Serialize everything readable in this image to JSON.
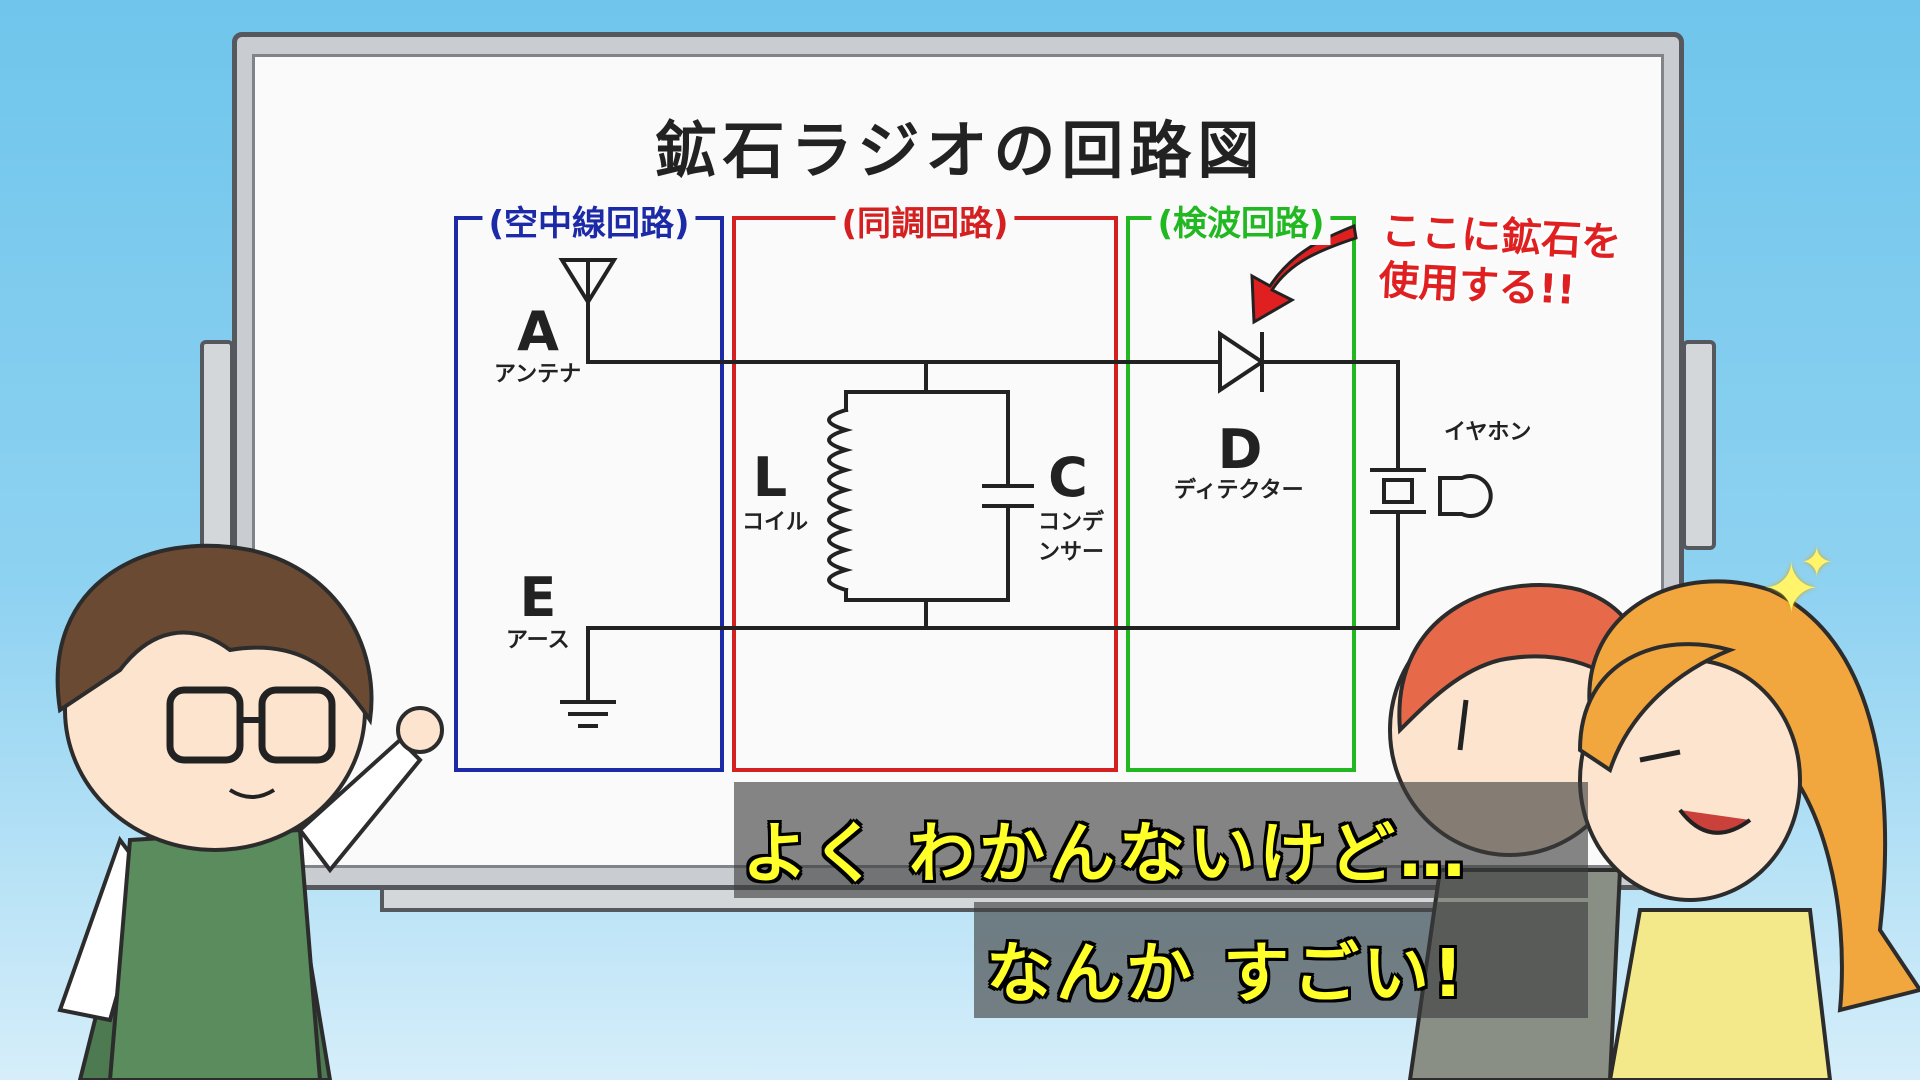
{
  "board": {
    "title": "鉱石ラジオの回路図",
    "sections": {
      "antenna_circuit": {
        "label": "(空中線回路)",
        "color": "#1d2aa8"
      },
      "tuning_circuit": {
        "label": "(同調回路)",
        "color": "#d42020"
      },
      "detector_circuit": {
        "label": "(検波回路)",
        "color": "#22b822"
      }
    },
    "components": {
      "antenna": {
        "letter": "A",
        "name": "アンテナ"
      },
      "earth": {
        "letter": "E",
        "name": "アース"
      },
      "coil": {
        "letter": "L",
        "name": "コイル"
      },
      "condenser": {
        "letter": "C",
        "name_line1": "コンデ",
        "name_line2": "ンサー"
      },
      "detector": {
        "letter": "D",
        "name": "ディテクター"
      },
      "earphone": {
        "name": "イヤホン"
      }
    },
    "note": {
      "line1": "ここに鉱石を",
      "line2": "使用する!!",
      "color": "#e02020"
    }
  },
  "subtitles": {
    "line1": "よく わかんないけど…",
    "line2": "なんか すごい!",
    "color": "#ffff2a"
  }
}
